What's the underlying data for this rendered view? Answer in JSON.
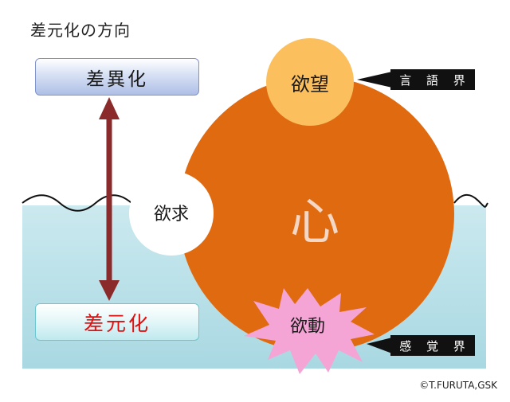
{
  "title": "差元化の方向",
  "boxes": {
    "top": "差異化",
    "bottom": "差元化"
  },
  "nodes": {
    "desire_top": "欲望",
    "need": "欲求",
    "heart": "心",
    "drive": "欲動"
  },
  "tags": {
    "language_realm": "言 語 界",
    "sense_realm": "感 覚 界"
  },
  "copyright": "©T.FURUTA,GSK",
  "colors": {
    "heart_circle": "#e06a10",
    "desire_circle": "#fbbf5d",
    "drive_burst": "#f4a5d6",
    "water": "#b6dfe7",
    "arrow": "#8b2a2a",
    "bottom_box_text": "#e01010"
  }
}
